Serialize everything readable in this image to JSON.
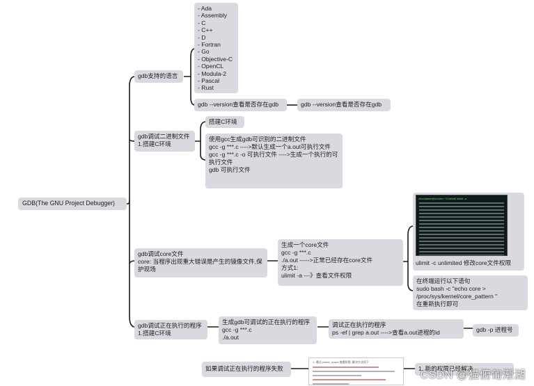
{
  "root": "GDB(The GNU Project Debugger)",
  "languages": {
    "label": "gdb支持的语言",
    "list": "- Ada\n- Assembly\n- C\n- C++\n- D\n- Fortran\n- Go\n- Objective-C\n- OpenCL\n- Modula-2\n- Pascal\n- Rust",
    "version_check": "gdb --version查看是否存在gdb",
    "version_check_2": "gdb --version查看是否存在gdb"
  },
  "binary": {
    "label": "gdb调试二进制文件\n1.搭建C环境",
    "setup": "搭建C环境",
    "steps": "使用gcc生成gdb可识别的二进制文件\ngcc -g ***.c           ---->默认生成一个a.out可执行文件\ngcc -g ***.c -o 可执行文件     ---->生成一个执行的可执行文件\ngdb 可执行文件"
  },
  "core": {
    "label": "gdb调试core文件\ncore: 当程序出现重大错误是产生的镜像文件,保护现场",
    "generate": "生成一个core文件\ngcc -g ***.c\n./a.out          ----->正常已经存在core文件\n方式1:\nulimit -a   ---》查看文件权限",
    "ulimit": "ulimit -c unlimited  修改core文件权限",
    "terminal_prompt": "zhoudawei@ubuntu:~/Codes$ ulimit -a",
    "pattern": "在终端运行以下语句\n    sudo bash -c \"echo core > /proc/sys/kernel/core_pattern \"\n    在重新执行即可"
  },
  "running": {
    "label": "gdb调试正在执行的程序\n1.搭建C环境",
    "generate": "生成gdb可调试的正在执行的程序\ngcc -g ***.c\n./a.out",
    "debug": "调试正在执行的程序\nps -ef | grep a.out          ---->查看a.out进程的id",
    "gdb_p": "gdb -p 进程号"
  },
  "failure": {
    "label": "如果调试正在执行的程序失败",
    "doc_heading": "1. 通过 ptrace_scope 查看权限, 解决方法如下",
    "fix": "1. 新的权限已经解决"
  },
  "watermark": "CSDN @猫俯匍渐湖"
}
